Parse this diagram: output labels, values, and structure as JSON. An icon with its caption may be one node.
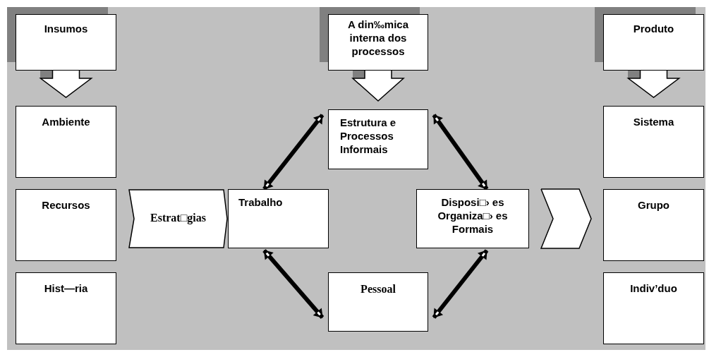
{
  "diagram": {
    "nodes": [
      {
        "text": [
          "Insumos"
        ]
      },
      {
        "text": [
          "Ambiente"
        ]
      },
      {
        "text": [
          "Recursos"
        ]
      },
      {
        "text": [
          "Hist—ria"
        ]
      },
      {
        "text": [
          "Estrat□gias"
        ]
      },
      {
        "text": [
          "A din‰mica interna dos processos"
        ]
      },
      {
        "text": [
          "Estrutura  e Processos Informais"
        ]
      },
      {
        "text": [
          "Trabalho"
        ]
      },
      {
        "text": [
          "Disposi□› es Organiza□› es Formais"
        ]
      },
      {
        "text": [
          "Pessoal"
        ]
      },
      {
        "text": [
          "Produto"
        ]
      },
      {
        "text": [
          "Sistema"
        ]
      },
      {
        "text": [
          "Grupo"
        ]
      },
      {
        "text": [
          "Indiv’duo"
        ]
      }
    ],
    "edges": [
      {
        "from": 0,
        "to": 1,
        "arrow": "to"
      },
      {
        "from": 5,
        "to": 6,
        "arrow": "to"
      },
      {
        "from": 10,
        "to": 11,
        "arrow": "to"
      },
      {
        "from": 7,
        "to": 6,
        "arrow": "both"
      },
      {
        "from": 6,
        "to": 8,
        "arrow": "both"
      },
      {
        "from": 7,
        "to": 9,
        "arrow": "both"
      },
      {
        "from": 8,
        "to": 9,
        "arrow": "both"
      },
      {
        "from": 8,
        "to": 12,
        "arrow": "to"
      }
    ]
  }
}
